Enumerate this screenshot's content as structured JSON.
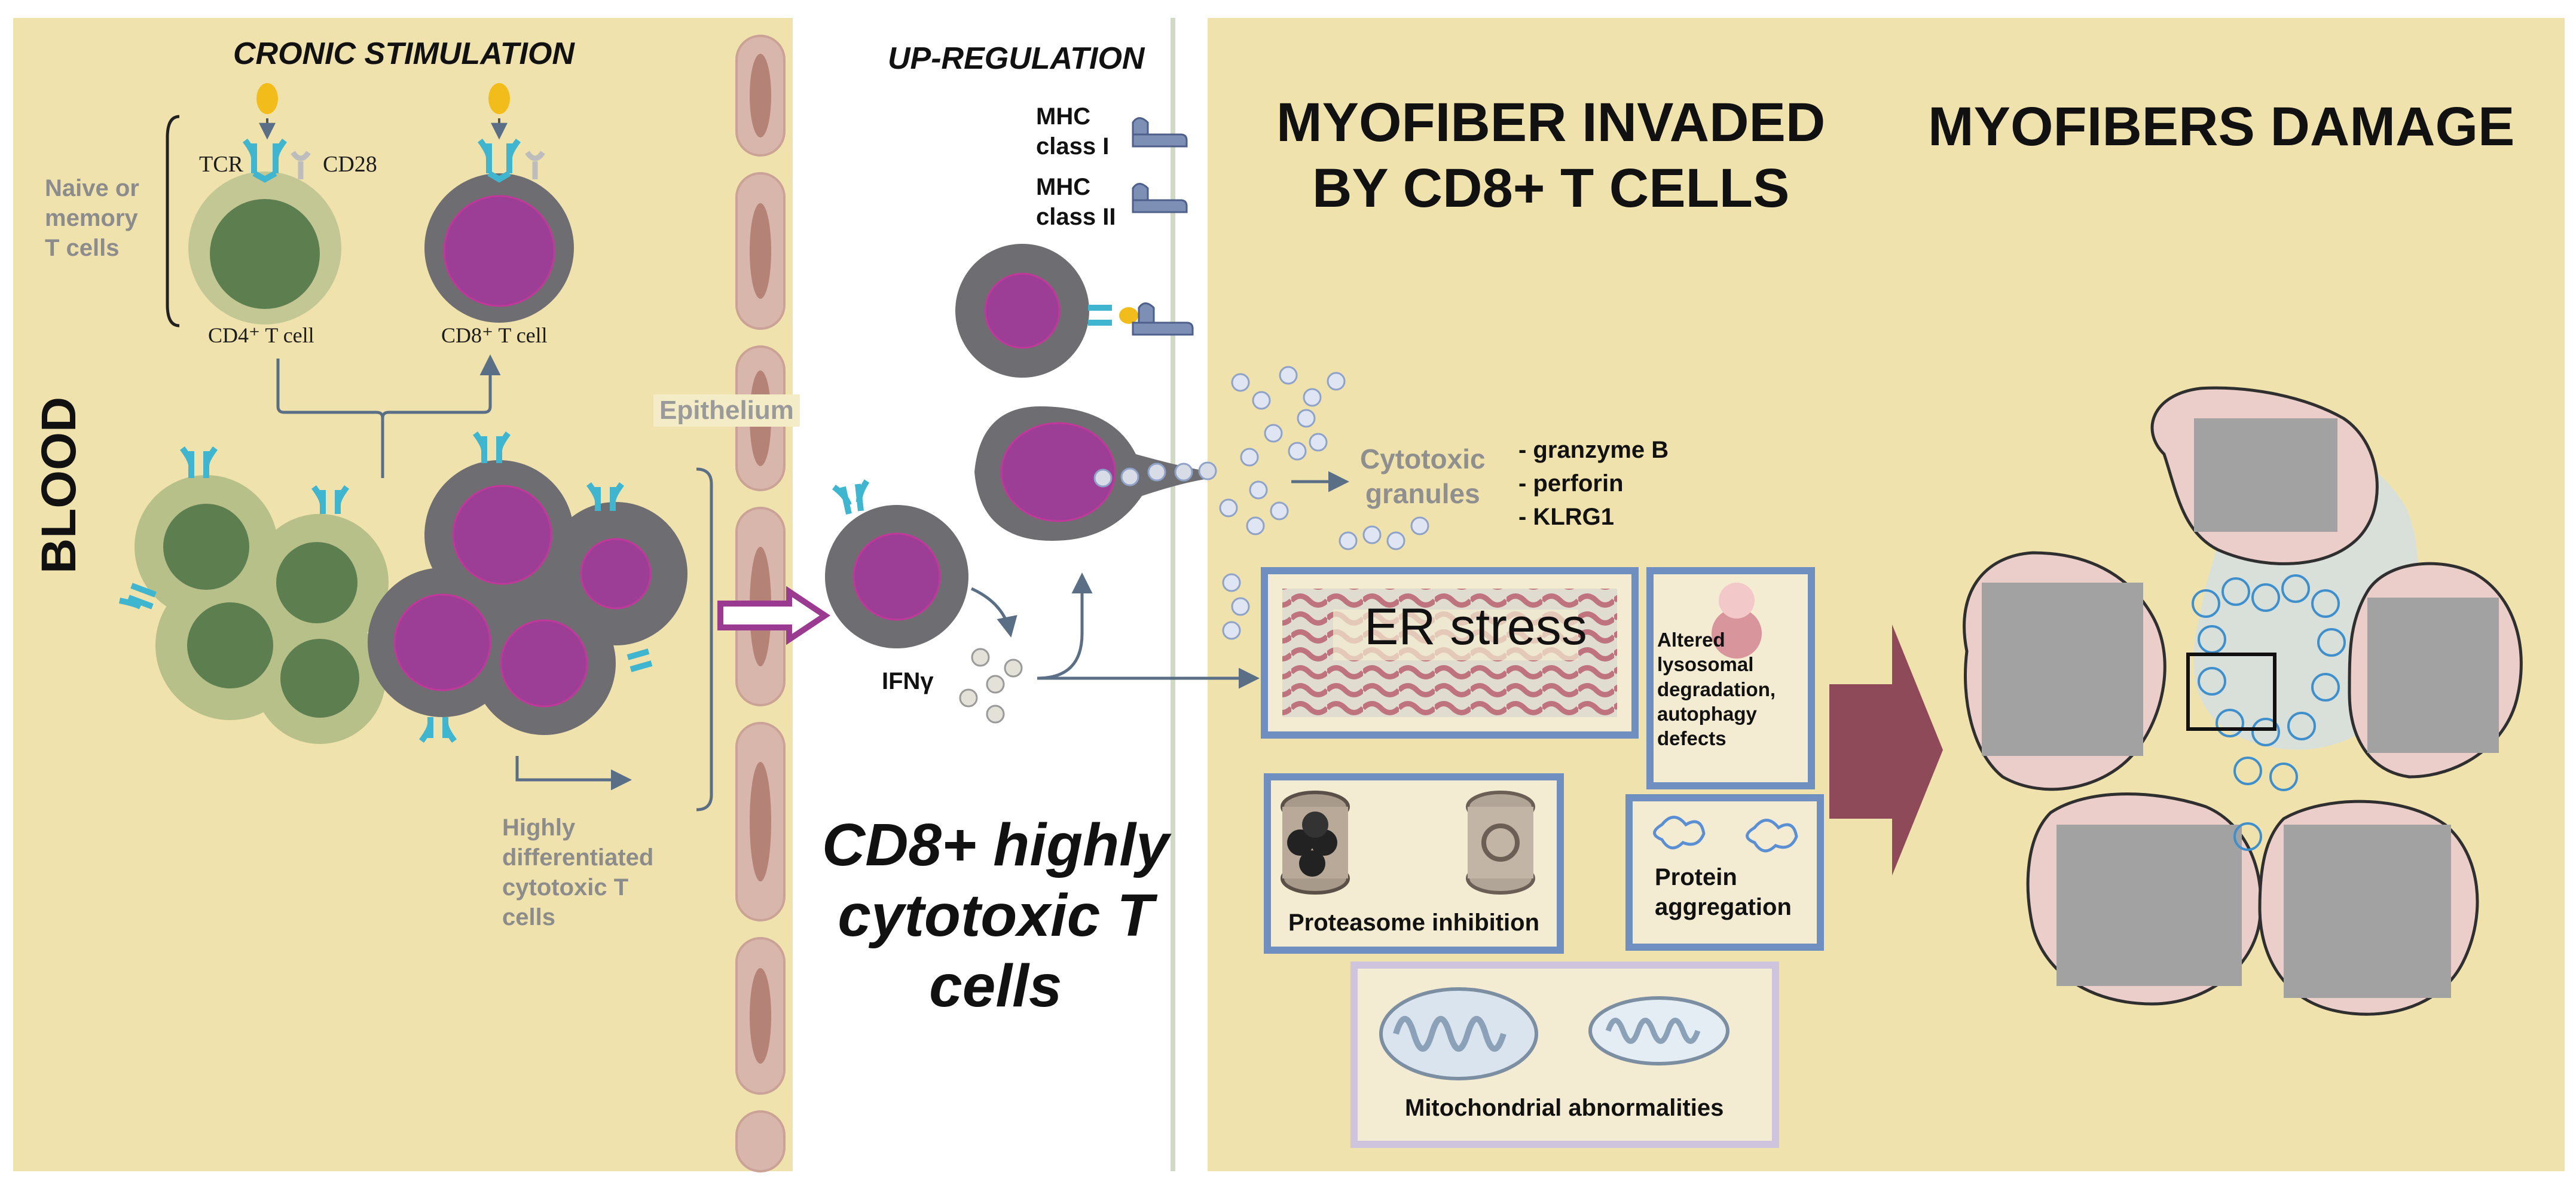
{
  "panels": {
    "blood": {
      "side_label": "BLOOD",
      "header": "CRONIC STIMULATION",
      "naive_label": "Naive or\nmemory\nT cells",
      "tcr_label": "TCR",
      "cd28_label": "CD28",
      "cd4_label": "CD4⁺ T cell",
      "cd8_label": "CD8⁺ T cell",
      "highly_diff_label": "Highly\ndifferentiated\ncytotoxic T\ncells"
    },
    "epithelium": {
      "label": "Epithelium"
    },
    "upregulation": {
      "header": "UP-REGULATION",
      "mhc1_label": "MHC\nclass I",
      "mhc2_label": "MHC\nclass II",
      "ifn_label": "IFNγ",
      "cd8_big_label": "CD8+ highly\ncytotoxic T\ncells"
    },
    "invasion": {
      "title": "MYOFIBER INVADED\nBY CD8+ T CELLS",
      "granules_label": "Cytotoxic\ngranules",
      "granule_items": "- granzyme B\n- perforin\n- KLRG1",
      "er_stress": "ER stress",
      "lysosomal": "Altered\nlysosomal\ndegradation,\nautophagy\ndefects",
      "proteasome": "Proteasome inhibition",
      "protein_agg": "Protein\naggregation",
      "mito": "Mitochondrial abnormalities"
    },
    "damage": {
      "title": "MYOFIBERS DAMAGE"
    }
  },
  "colors": {
    "background_tan": "#f0e2ad",
    "vessel_white": "#ffffff",
    "cd4_green": "#5d7e4f",
    "cd4_halo": "#b8c08a",
    "cd8_magenta": "#9c3d96",
    "cd8_ring": "#6e6e72",
    "receptor_cyan": "#3fb5cf",
    "box_blue": "#6f8fc0",
    "damage_arrow": "#8e4a58",
    "fiber_pink": "#ebcdc9"
  }
}
